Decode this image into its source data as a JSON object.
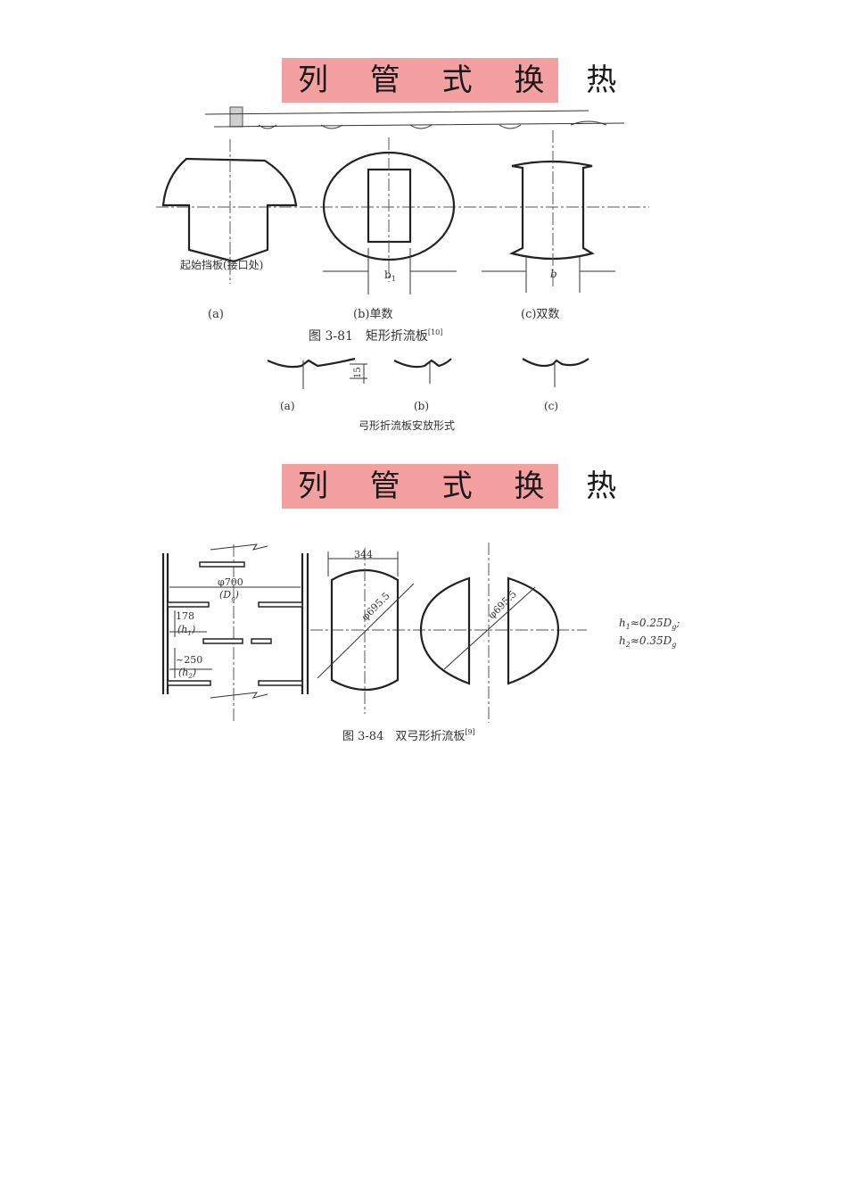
{
  "banners": [
    "列 管 式 换 热",
    "列 管 式 换 热"
  ],
  "figure_rect": {
    "start_baffle_label": "起始挡板(接口处)",
    "dim_b1": "b",
    "dim_b1_sub": "1",
    "dim_b": "b",
    "sub_a": "(a)",
    "sub_b": "(b)单数",
    "sub_c": "(c)双数",
    "caption": "图 3-81　矩形折流板",
    "caption_ref": "[10]"
  },
  "figure_segment": {
    "dim_15": "15",
    "sub_a": "(a)",
    "sub_b": "(b)",
    "sub_c": "(c)",
    "caption": "弓形折流板安放形式"
  },
  "figure_double": {
    "dim_700": "φ700",
    "dim_dg": "(D",
    "dim_dg_sub": "g",
    "dim_dg_close": ")",
    "dim_178": "178",
    "dim_h1": "(h",
    "dim_h1_sub": "1",
    "dim_h1_close": ")",
    "dim_250": "~250",
    "dim_h2": "(h",
    "dim_h2_sub": "2",
    "dim_h2_close": ")",
    "dim_344": "344",
    "dim_d1": "φ695.5",
    "dim_d2": "φ695.5",
    "formula_1": "h",
    "formula_1_sub": "1",
    "formula_1_rest": "≈0.25D",
    "formula_1_end": "g",
    "formula_1_semi": ";",
    "formula_2": "h",
    "formula_2_sub": "2",
    "formula_2_rest": "≈0.35D",
    "formula_2_end": "g",
    "caption": "图 3-84　双弓形折流板",
    "caption_ref": "[9]"
  }
}
